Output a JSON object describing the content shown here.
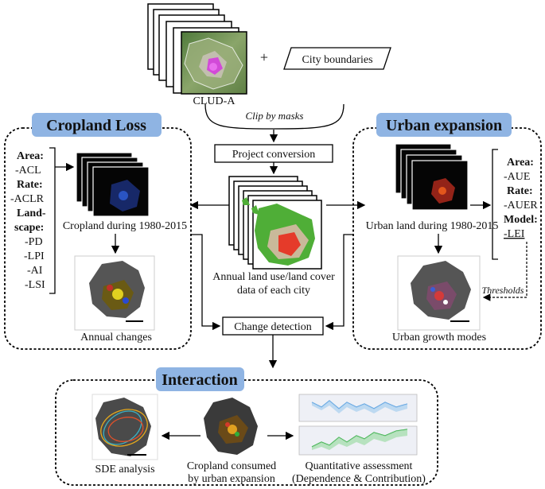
{
  "source": {
    "label": "CLUD-A",
    "plus": "+",
    "boundaries": "City boundaries",
    "clip": "Clip by masks"
  },
  "center": {
    "project": "Project conversion",
    "annual_line1": "Annual land use/land cover",
    "annual_line2": "data of each city",
    "change": "Change detection"
  },
  "cropland": {
    "header": "Cropland Loss",
    "during": "Cropland during 1980-2015",
    "annual_changes": "Annual changes",
    "metrics": [
      "Area:",
      "-ACL",
      "Rate:",
      "-ACLR",
      "Land-",
      "scape:",
      "-PD",
      "-LPI",
      "-AI",
      "-LSI"
    ]
  },
  "urban": {
    "header": "Urban expansion",
    "during": "Urban land during 1980-2015",
    "growth": "Urban growth modes",
    "thresholds": "Thresholds",
    "metrics": [
      "Area:",
      "-AUE",
      "Rate:",
      "-AUER",
      "Model:",
      "-LEI"
    ]
  },
  "interaction": {
    "header": "Interaction",
    "sde": "SDE analysis",
    "consumed_line1": "Cropland consumed",
    "consumed_line2": "by urban expansion",
    "quant_line1": "Quantitative assessment",
    "quant_line2": "(Dependence & Contribution)"
  },
  "colors": {
    "header_fill": "#8fb4e3",
    "border": "#000000",
    "arrow": "#000000"
  }
}
